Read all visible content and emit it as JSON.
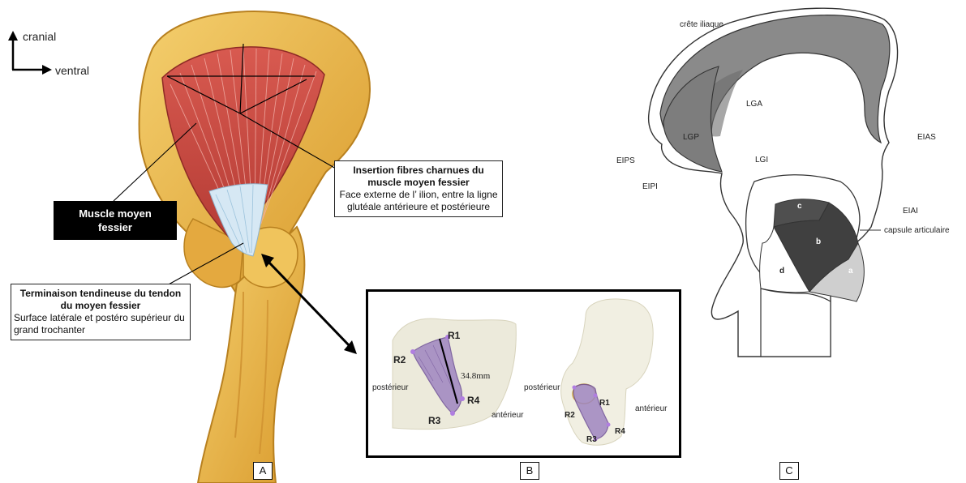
{
  "orientation": {
    "cranial": "cranial",
    "ventral": "ventral"
  },
  "panel_a": {
    "panel_label": "A",
    "muscle_label": "Muscle moyen fessier",
    "insertion": {
      "title": "Insertion fibres charnues du muscle moyen fessier",
      "body": "Face externe de l’ ilion, entre la ligne glutéale antérieure et postérieure"
    },
    "terminaison": {
      "title": "Terminaison tendineuse du tendon du moyen fessier",
      "body": "Surface latérale et postéro supérieur du grand trochanter"
    }
  },
  "panel_b": {
    "panel_label": "B",
    "left": {
      "points": [
        "R1",
        "R2",
        "R3",
        "R4"
      ],
      "measure": "34.8mm",
      "posterior": "postérieur",
      "anterior": "antérieur"
    },
    "right": {
      "points": [
        "R1",
        "R2",
        "R3",
        "R4"
      ],
      "posterior": "postérieur",
      "anterior": "antérieur"
    }
  },
  "panel_c": {
    "panel_label": "C",
    "labels": {
      "crete": "crête iliaque",
      "lga": "LGA",
      "lgp": "LGP",
      "lgi": "LGI",
      "eias": "EIAS",
      "eips": "EIPS",
      "eipi": "EIPI",
      "eiai": "EIAI",
      "capsule": "capsule articulaire"
    },
    "regions": [
      "a",
      "b",
      "c",
      "d"
    ]
  },
  "colors": {
    "bone": "#e9b64a",
    "bone_dark": "#c98b24",
    "muscle": "#c9473f",
    "tendon": "#cfe4f2",
    "label_box": "#000000",
    "purple": "#8d6bb0"
  }
}
